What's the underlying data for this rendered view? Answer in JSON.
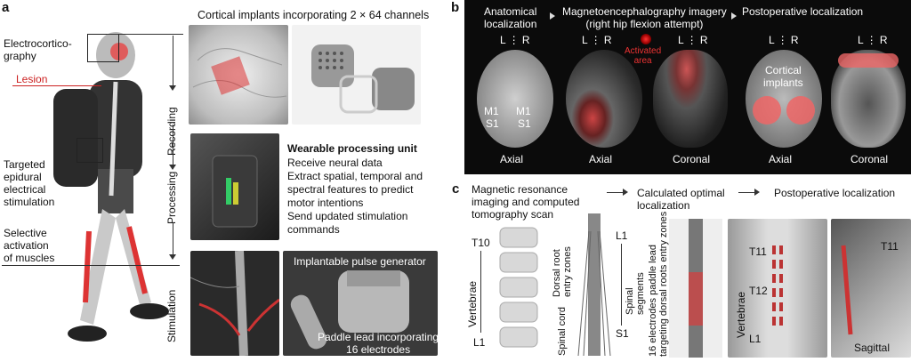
{
  "panel_a": {
    "letter": "a",
    "implants_title": "Cortical implants incorporating 2 × 64 channels",
    "ecog": "Electrocortico-\ngraphy",
    "lesion": "Lesion",
    "targeted": "Targeted\nepidural\nelectrical\nstimulation",
    "selective": "Selective\nactivation\nof muscles",
    "recording": "Recording",
    "processing": "Processing",
    "stimulation": "Stimulation",
    "wpu_title": "Wearable processing unit",
    "wpu_lines": [
      "Receive neural data",
      "Extract spatial, temporal and",
      "spectral features to predict",
      "motor intentions",
      "Send updated stimulation",
      "commands"
    ],
    "ipg": "Implantable pulse generator",
    "paddle": "Paddle lead incorporating\n16 electrodes"
  },
  "panel_b": {
    "letter": "b",
    "anatomical": "Anatomical\nlocalization",
    "meg": "Magnetoencephalography imagery\n(right hip flexion attempt)",
    "postop": "Postoperative localization",
    "lr": "L ⋮ R",
    "activated": "Activated\narea",
    "m1": "M1",
    "s1": "S1",
    "cortical": "Cortical\nimplants",
    "views": [
      "Axial",
      "Axial",
      "Coronal",
      "Axial",
      "Coronal"
    ]
  },
  "panel_c": {
    "letter": "c",
    "mri": "Magnetic resonance\nimaging and computed\ntomography scan",
    "calc": "Calculated optimal\nlocalization",
    "postop": "Postoperative localization",
    "t10": "T10",
    "l1": "L1",
    "vertebrae": "Vertebrae",
    "dorsal": "Dorsal root\nentry zones",
    "spinal_cord": "Spinal cord",
    "spinal_segments": "Spinal\nsegments",
    "s1": "S1",
    "lead": "16 electrodes paddle lead\ntargeting dorsal roots entry zones",
    "t11": "T11",
    "t12": "T12",
    "sagittal": "Sagittal"
  }
}
